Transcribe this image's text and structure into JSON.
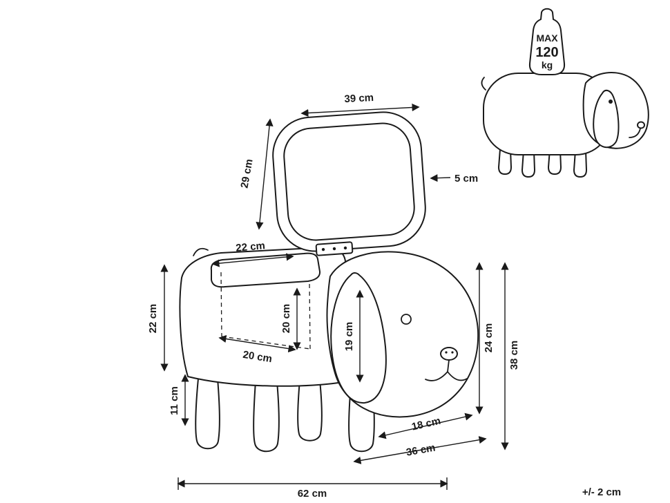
{
  "diagram": {
    "dimensions": {
      "lid_width": "39 cm",
      "lid_depth": "29 cm",
      "lid_thickness": "5 cm",
      "opening_width": "22 cm",
      "body_height": "22 cm",
      "inner_depth": "20 cm",
      "inner_width": "20 cm",
      "ear_height": "19 cm",
      "leg_height": "11 cm",
      "head_height": "24 cm",
      "total_height": "38 cm",
      "head_width": "18 cm",
      "front_width": "36 cm",
      "total_length": "62 cm"
    },
    "tolerance": "+/- 2 cm",
    "max_load": {
      "label": "MAX",
      "value": "120",
      "unit": "kg"
    },
    "colors": {
      "line": "#1a1a1a",
      "background": "#ffffff"
    }
  }
}
